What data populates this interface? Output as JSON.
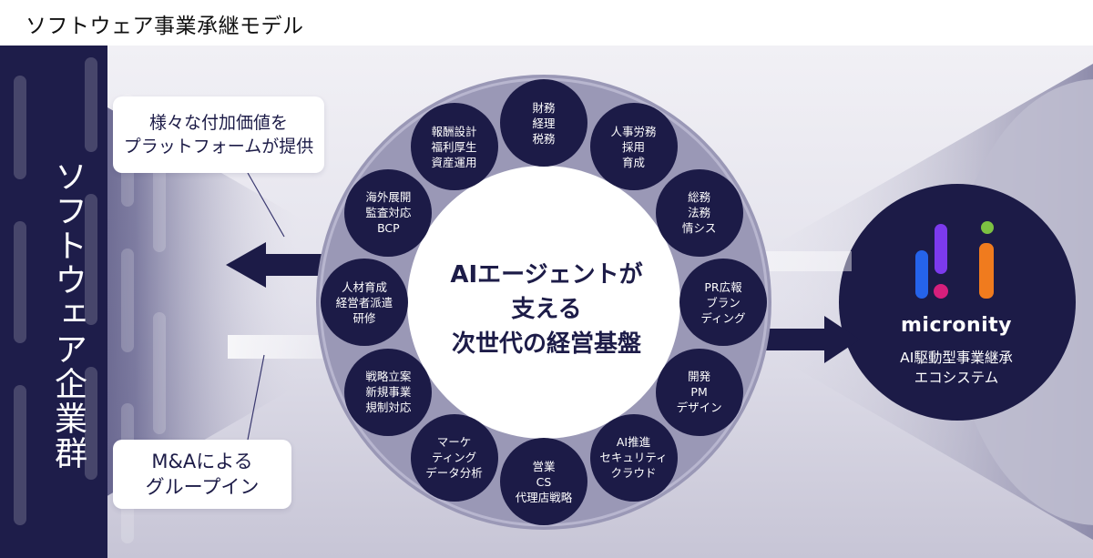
{
  "title": "ソフトウェア事業承継モデル",
  "left_label": "ソフトウェア企業群",
  "callout_top": [
    "様々な付加価値を",
    "プラットフォームが提供"
  ],
  "callout_bottom": [
    "M&Aによる",
    "グループイン"
  ],
  "center": [
    "AIエージェントが",
    "支える",
    "次世代の経営基盤"
  ],
  "nodes": [
    [
      "財務",
      "経理",
      "税務"
    ],
    [
      "人事労務",
      "採用",
      "育成"
    ],
    [
      "総務",
      "法務",
      "情シス"
    ],
    [
      "PR広報",
      "ブラン",
      "ディング"
    ],
    [
      "開発",
      "PM",
      "デザイン"
    ],
    [
      "AI推進",
      "セキュリティ",
      "クラウド"
    ],
    [
      "営業",
      "CS",
      "代理店戦略"
    ],
    [
      "マーケ",
      "ティング",
      "データ分析"
    ],
    [
      "戦略立案",
      "新規事業",
      "規制対応"
    ],
    [
      "人材育成",
      "経営者派遣",
      "研修"
    ],
    [
      "海外展開",
      "監査対応",
      "BCP"
    ],
    [
      "報酬設計",
      "福利厚生",
      "資産運用"
    ]
  ],
  "brand": "micronity",
  "tagline": [
    "AI駆動型事業継承",
    "エコシステム"
  ],
  "colors": {
    "navy": "#1c1b47",
    "ring": "#9a98b6",
    "logo_blue": "#2563eb",
    "logo_purple": "#7c3aed",
    "logo_magenta": "#d61f7c",
    "logo_green": "#7cc142",
    "logo_orange": "#f07b1e"
  }
}
